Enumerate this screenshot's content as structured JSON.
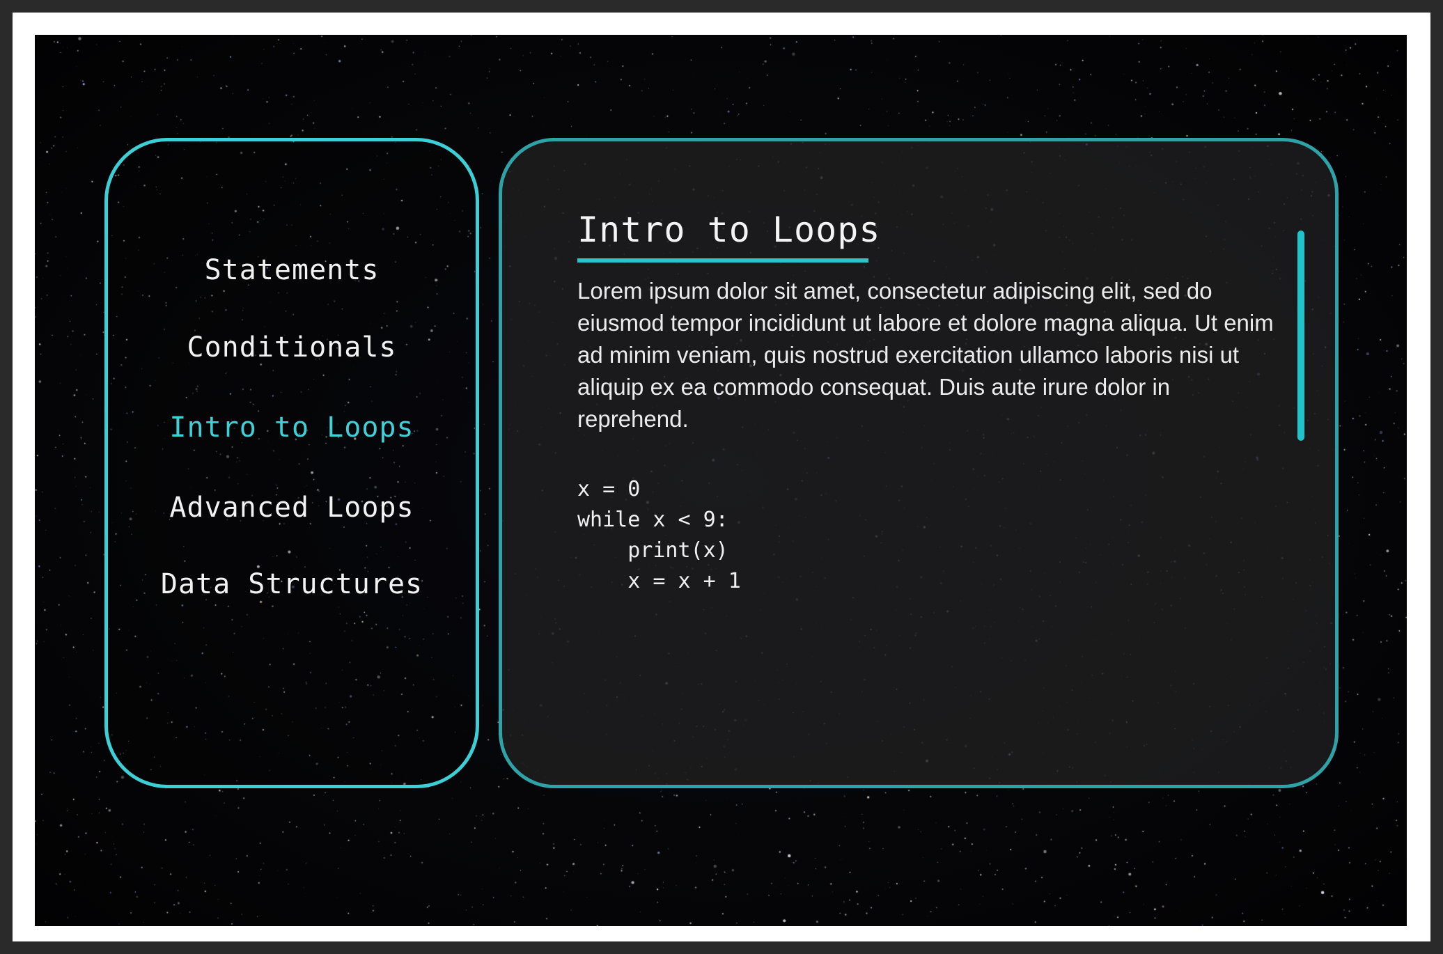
{
  "sidebar": {
    "items": [
      {
        "label": "Statements"
      },
      {
        "label": "Conditionals"
      },
      {
        "label": "Intro to Loops",
        "active": true
      },
      {
        "label": "Advanced Loops"
      },
      {
        "label": "Data Structures"
      }
    ]
  },
  "content": {
    "title": "Intro to Loops",
    "body": "Lorem ipsum dolor sit amet, consectetur adipiscing elit, sed do eiusmod tempor incididunt ut labore et dolore magna aliqua. Ut enim ad minim veniam, quis nostrud exercitation ullamco laboris nisi ut aliquip ex ea commodo consequat. Duis aute irure dolor in reprehend.",
    "code": [
      "x = 0",
      "while x < 9:",
      "    print(x)",
      "    x = x + 1"
    ]
  },
  "colors": {
    "accent": "#3fd0d6",
    "sidebar_border": "#3ccfd6",
    "content_border": "#2fa2a7",
    "background": "#050507",
    "frame": "#2a2a2a"
  }
}
